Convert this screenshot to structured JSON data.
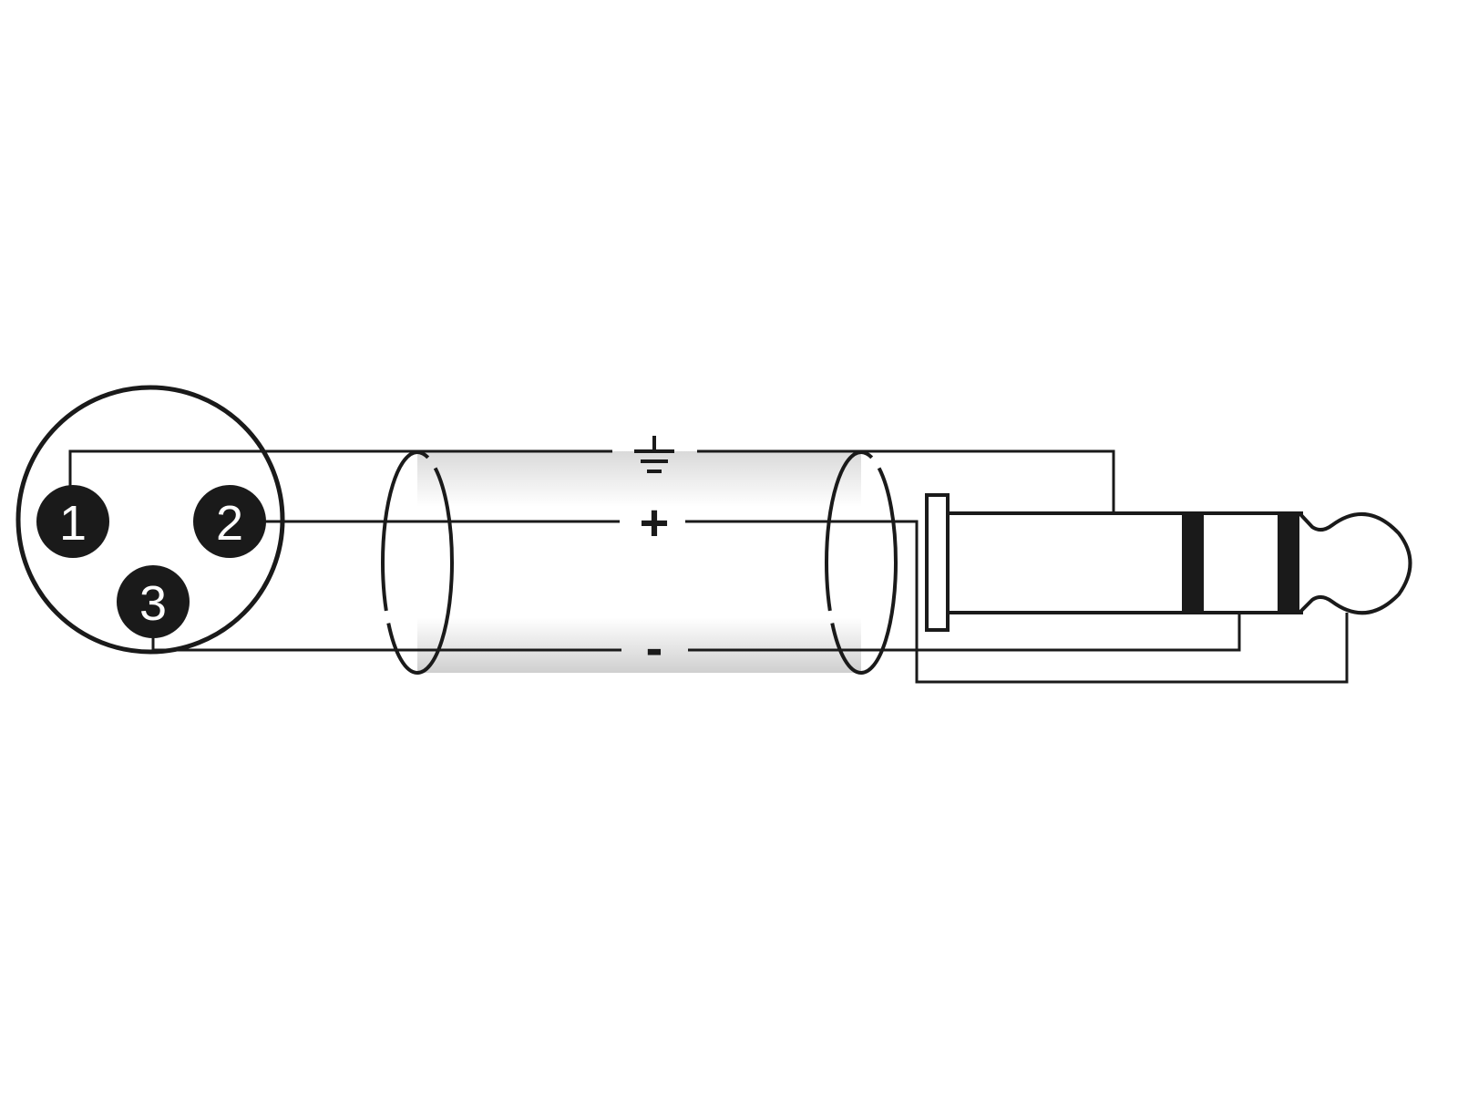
{
  "diagram": {
    "xlr_pins": [
      {
        "label": "1",
        "signal": "ground"
      },
      {
        "label": "2",
        "signal": "plus"
      },
      {
        "label": "3",
        "signal": "minus"
      }
    ],
    "wire_symbols": {
      "ground": "ground-icon",
      "plus": "+",
      "minus": "-"
    },
    "colors": {
      "line": "#1a1a1a",
      "shield_light": "#ffffff",
      "shield_dark": "#cfcfcf"
    }
  }
}
